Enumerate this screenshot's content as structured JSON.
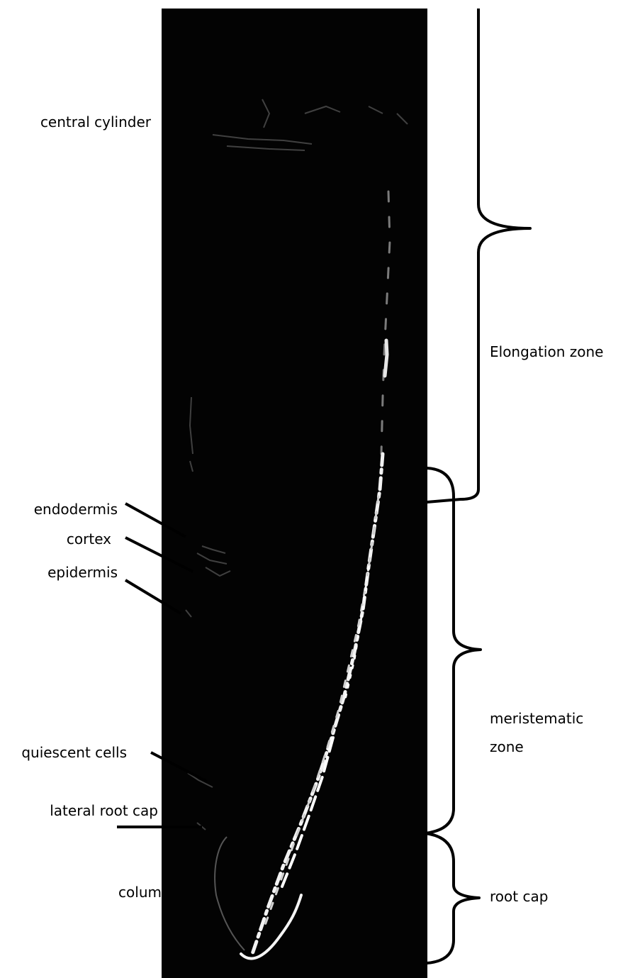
{
  "labels": {
    "central_cylinder": "central cylinder",
    "endodermis": "endodermis",
    "cortex": "cortex",
    "epidermis": "epidermis",
    "quiescent_cells": "quiescent cells",
    "lateral_root_cap": "lateral root cap",
    "columella": "colum"
  },
  "zones": {
    "elongation": "Elongation zone",
    "meristematic_line1": "meristematic",
    "meristematic_line2": "zone",
    "root_cap": "root cap"
  },
  "colors": {
    "background": "#ffffff",
    "micrograph": "#030303",
    "highlight": "#f2f2f2",
    "ink": "#000000"
  }
}
